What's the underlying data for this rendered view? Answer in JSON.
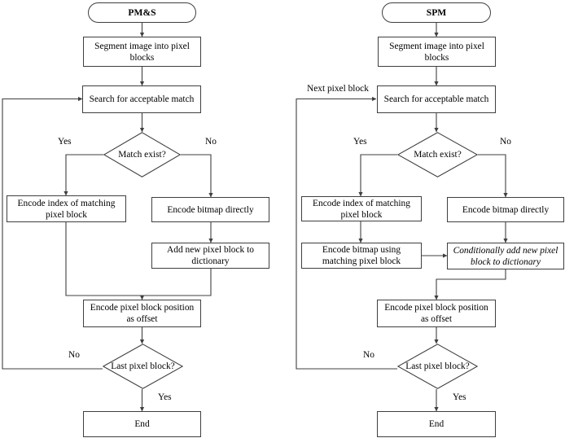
{
  "diagram": {
    "title_left": "PM&S",
    "title_right": "SPM",
    "left": {
      "start": "PM&S",
      "segment": "Segment image into pixel blocks",
      "search": "Search for acceptable match",
      "decision_match": "Match exist?",
      "yes": "Yes",
      "no": "No",
      "encode_index": "Encode index of matching pixel block",
      "encode_bitmap": "Encode bitmap directly",
      "add_block": "Add new pixel block to dictionary",
      "encode_offset": "Encode pixel block position as offset",
      "decision_last": "Last pixel block?",
      "loop_no": "No",
      "last_yes": "Yes",
      "end": "End"
    },
    "right": {
      "start": "SPM",
      "segment": "Segment image into pixel blocks",
      "search": "Search for acceptable match",
      "next_block": "Next pixel block",
      "decision_match": "Match exist?",
      "yes": "Yes",
      "no": "No",
      "encode_index": "Encode index of matching pixel block",
      "encode_bitmap": "Encode bitmap directly",
      "encode_bitmap_using": "Encode bitmap using matching pixel block",
      "conditionally_add": "Conditionally add new pixel block to dictionary",
      "encode_offset": "Encode pixel block position as offset",
      "decision_last": "Last pixel block?",
      "loop_no": "No",
      "last_yes": "Yes",
      "end": "End"
    },
    "colors": {
      "stroke": "#3f3f3f",
      "fill": "#ffffff",
      "text": "#000000"
    }
  }
}
